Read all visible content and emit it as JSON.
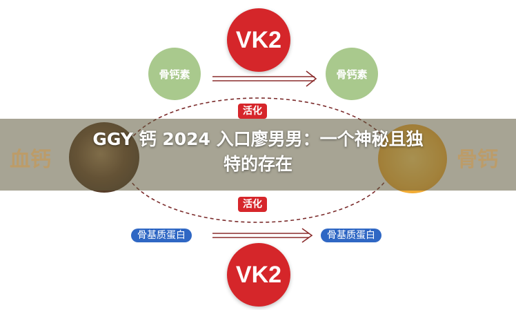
{
  "diagram": {
    "top_node": "VK2",
    "bottom_node": "VK2",
    "left_top": "骨钙素",
    "right_top": "骨钙素",
    "activate_top": "活化",
    "activate_bottom": "活化",
    "left_bottom": "骨基质蛋白",
    "right_bottom": "骨基质蛋白",
    "left_center": "血钙",
    "right_center": "骨钙",
    "colors": {
      "vk2": "#d5262a",
      "osteocalcin": "#a9c98d",
      "protein": "#2f67c4",
      "loop": "#7a2a2a"
    }
  },
  "headline": {
    "line1": "GGY 钙 2024 入口廖男男：一个神秘且独",
    "line2": "特的存在"
  }
}
